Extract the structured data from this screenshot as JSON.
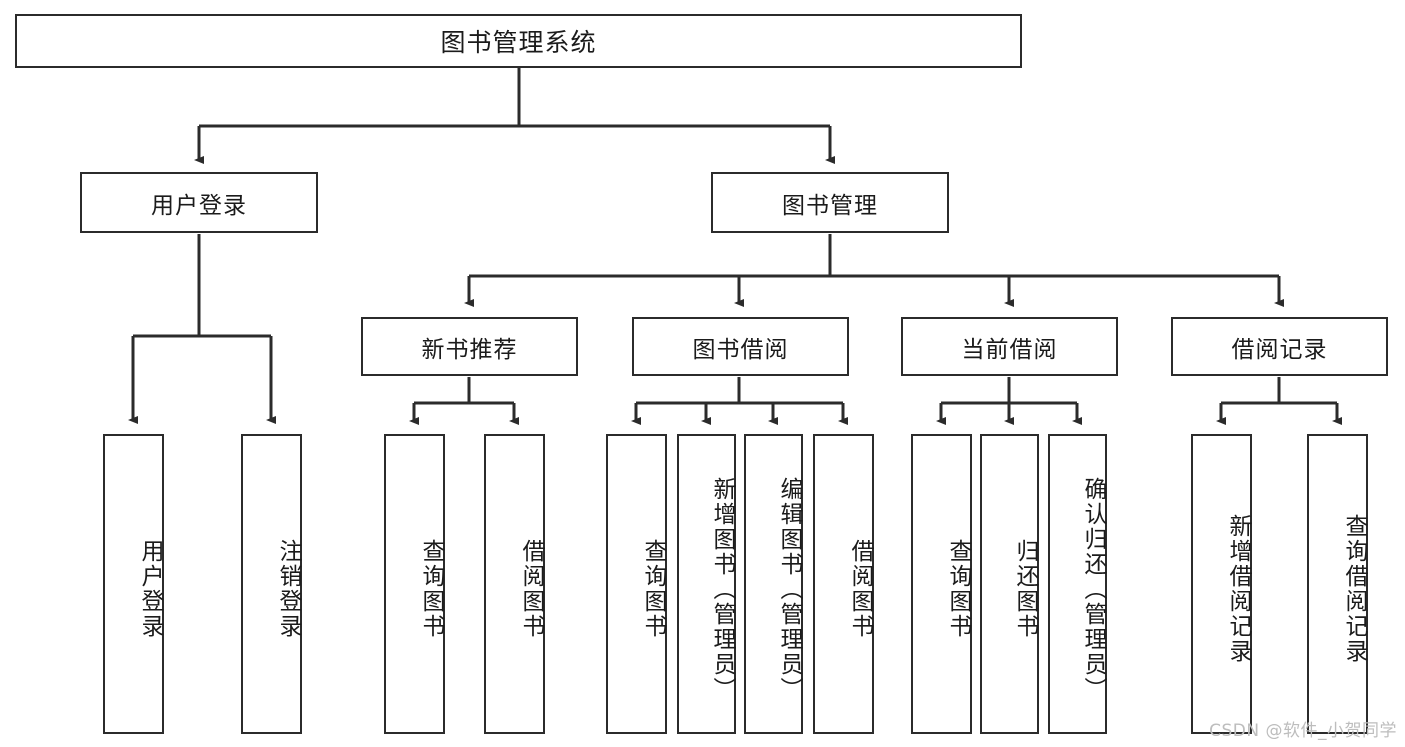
{
  "diagram": {
    "title": "图书管理系统",
    "type": "hierarchy-tree",
    "root": {
      "label": "图书管理系统"
    },
    "level2": [
      {
        "id": "user-login",
        "label": "用户登录"
      },
      {
        "id": "book-manage",
        "label": "图书管理"
      }
    ],
    "level3": [
      {
        "id": "new-book-recommend",
        "label": "新书推荐"
      },
      {
        "id": "book-borrow",
        "label": "图书借阅"
      },
      {
        "id": "current-borrow",
        "label": "当前借阅"
      },
      {
        "id": "borrow-record",
        "label": "借阅记录"
      }
    ],
    "leaves": {
      "user_login": [
        {
          "id": "leaf-user-login",
          "label": "用户登录"
        },
        {
          "id": "leaf-logout",
          "label": "注销登录"
        }
      ],
      "new_book_recommend": [
        {
          "id": "leaf-query-book-1",
          "label": "查询图书"
        },
        {
          "id": "leaf-borrow-book-1",
          "label": "借阅图书"
        }
      ],
      "book_borrow": [
        {
          "id": "leaf-query-book-2",
          "label": "查询图书"
        },
        {
          "id": "leaf-add-book",
          "label": "新增图书（管理员）"
        },
        {
          "id": "leaf-edit-book",
          "label": "编辑图书（管理员）"
        },
        {
          "id": "leaf-borrow-book-2",
          "label": "借阅图书"
        }
      ],
      "current_borrow": [
        {
          "id": "leaf-query-book-3",
          "label": "查询图书"
        },
        {
          "id": "leaf-return-book",
          "label": "归还图书"
        },
        {
          "id": "leaf-confirm-return",
          "label": "确认归还（管理员）"
        }
      ],
      "borrow_record": [
        {
          "id": "leaf-add-record",
          "label": "新增借阅记录"
        },
        {
          "id": "leaf-query-record",
          "label": "查询借阅记录"
        }
      ]
    }
  },
  "watermark": {
    "text": "CSDN @软件_小贺同学"
  },
  "colors": {
    "border": "#2b2b2b",
    "background": "#ffffff",
    "text": "#1b1b1b",
    "watermark": "#bdbdbd"
  }
}
